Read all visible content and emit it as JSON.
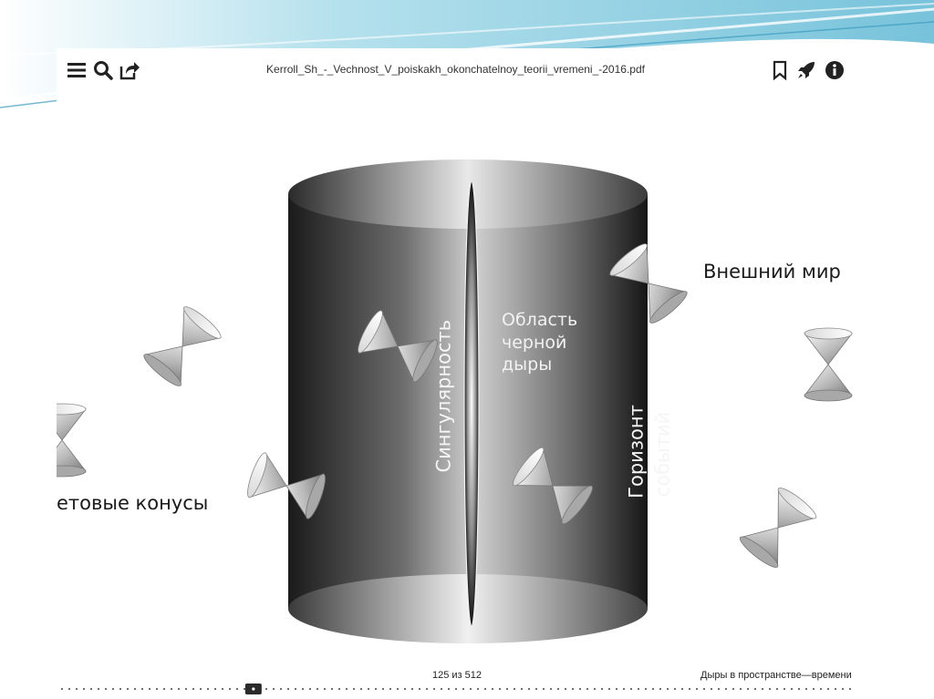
{
  "toolbar": {
    "title": "Kerroll_Sh_-_Vechnost_V_poiskakh_okonchatelnoy_teorii_vremeni_-2016.pdf",
    "left_icons": [
      "menu-icon",
      "search-icon",
      "share-icon"
    ],
    "right_icons": [
      "bookmark-icon",
      "rocket-icon",
      "info-icon"
    ]
  },
  "figure": {
    "label_outer_world": "Внешний мир",
    "label_bh_region": [
      "Область",
      "черной",
      "дыры"
    ],
    "label_singularity": "Сингулярность",
    "label_horizon": [
      "Горизонт",
      "событий"
    ],
    "label_light_cones": "етовые конусы"
  },
  "footer": {
    "page_indicator": "125 из 512",
    "chapter": "Дыры в пространстве—времени",
    "progress": 0.244
  },
  "colors": {
    "deco_blue": "#6ec3dc",
    "cylinder_dark": "#1f1f1f",
    "cylinder_light": "#e0e0e0"
  }
}
